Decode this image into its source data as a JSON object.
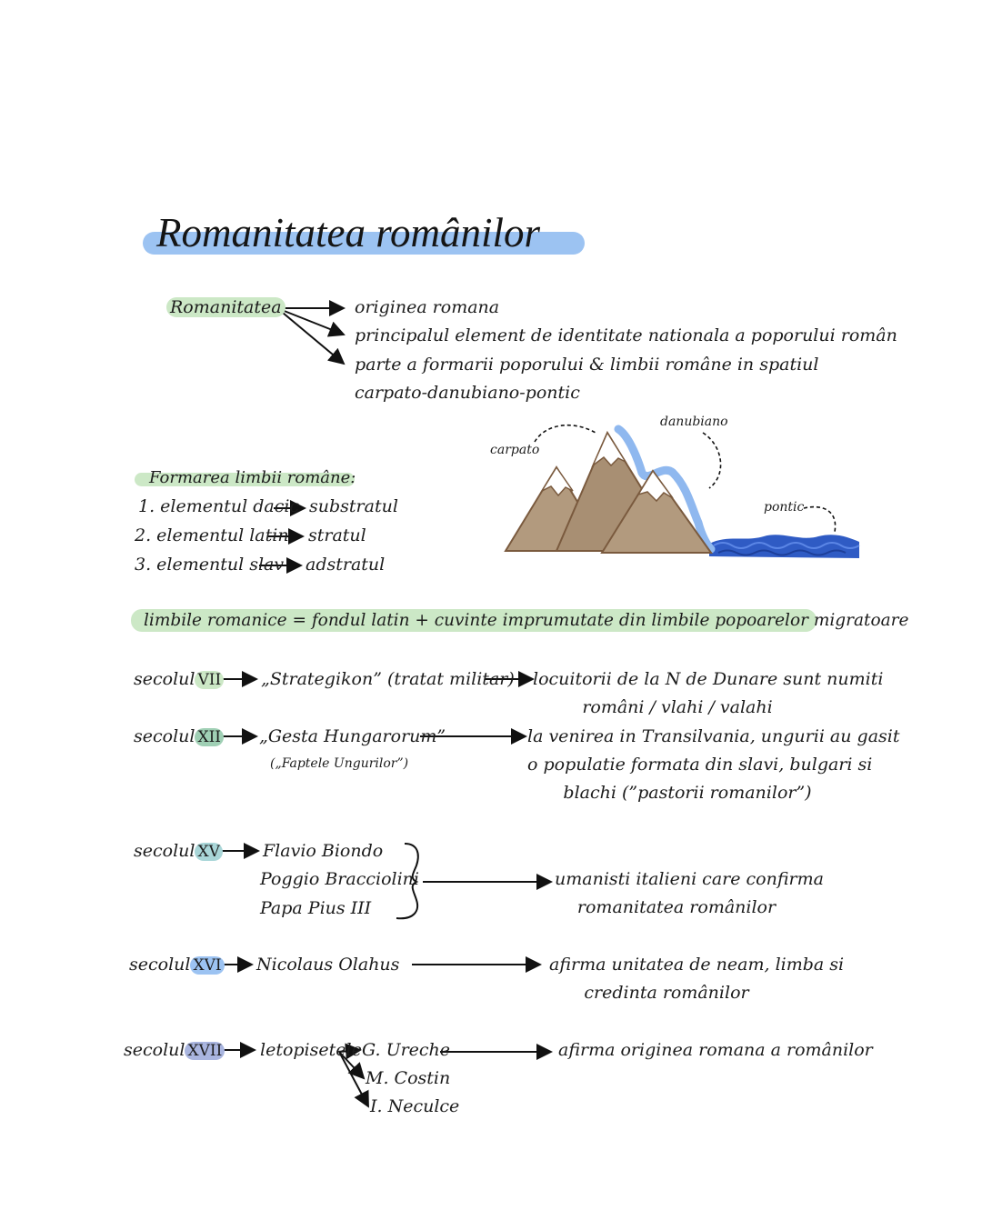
{
  "title": "Romanitatea românilor",
  "romanitatea": {
    "label": "Romanitatea",
    "items": [
      "originea romana",
      "principalul element de identitate nationala a poporului român",
      "parte a formarii poporului & limbii române in spatiul",
      "carpato-danubiano-pontic"
    ]
  },
  "drawing_labels": {
    "carpato": "carpato",
    "danubiano": "danubiano",
    "pontic": "pontic"
  },
  "formarea": {
    "heading": "Formarea limbii române:",
    "rows": [
      {
        "left": "1. elementul dacic",
        "right": "substratul"
      },
      {
        "left": "2. elementul latin",
        "right": "stratul"
      },
      {
        "left": "3. elementul slav",
        "right": "adstratul"
      }
    ]
  },
  "limbile_romanice": "limbile romanice = fondul latin + cuvinte imprumutate din limbile popoarelor migratoare",
  "centuries": {
    "vii": {
      "prefix": "secolul",
      "numeral": "VII",
      "source": "„Strategikon”  (tratat militar)",
      "result": [
        "locuitorii de la N de Dunare sunt numiti",
        "români / vlahi / valahi"
      ]
    },
    "xii": {
      "prefix": "secolul",
      "numeral": "XII",
      "source": "„Gesta Hungarorum”",
      "source_sub": "(„Faptele Ungurilor”)",
      "result": [
        "la venirea in Transilvania, ungurii au gasit",
        "o populatie formata din slavi, bulgari si",
        "blachi (”pastorii romanilor”)"
      ]
    },
    "xv": {
      "prefix": "secolul",
      "numeral": "XV",
      "names": [
        "Flavio Biondo",
        "Poggio Bracciolini",
        "Papa Pius III"
      ],
      "result": [
        "umanisti italieni care confirma",
        "romanitatea românilor"
      ]
    },
    "xvi": {
      "prefix": "secolul",
      "numeral": "XVI",
      "source": "Nicolaus Olahus",
      "result": [
        "afirma unitatea de neam, limba si",
        "credinta românilor"
      ]
    },
    "xvii": {
      "prefix": "secolul",
      "numeral": "XVII",
      "source": "letopisetele",
      "names": [
        "G. Ureche",
        "M. Costin",
        "I. Neculce"
      ],
      "result": "afirma originea romana a românilor"
    }
  },
  "colors": {
    "title_highlight": "#9cc3f2",
    "green_highlight": "#cce8c6",
    "vii": "#cce8c6",
    "xii": "#9fcfb4",
    "xv": "#a9d6d8",
    "xvi": "#9cc3f2",
    "xvii": "#a9b5df",
    "mountain": "#b29a7e",
    "water": "#2f5bc4",
    "river": "#8fb8ef"
  }
}
